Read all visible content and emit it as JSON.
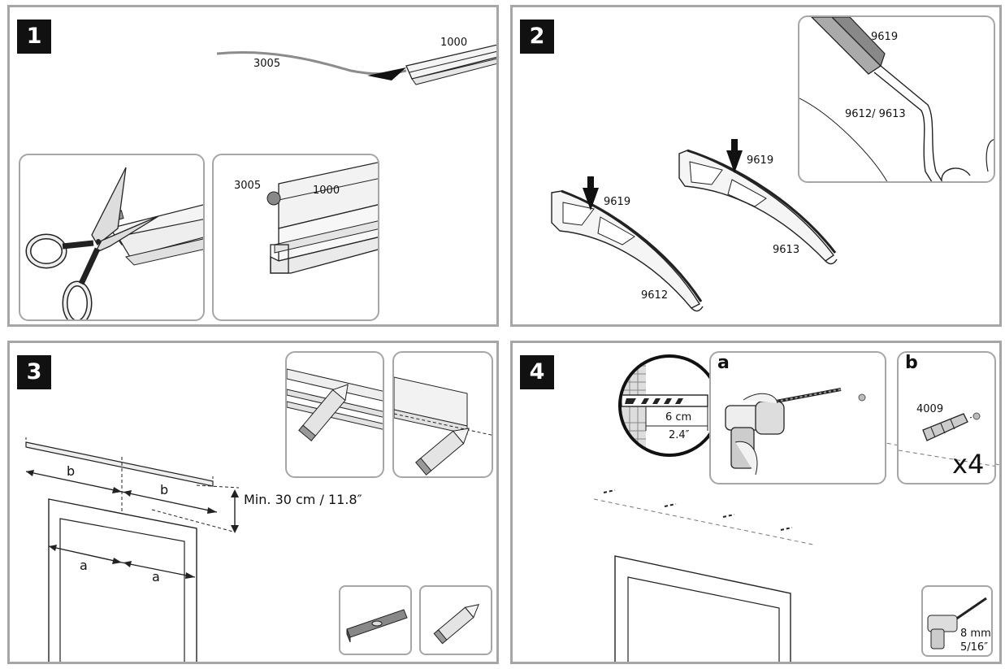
{
  "steps": [
    {
      "number": "1",
      "parts": {
        "wire": "3005",
        "rail": "1000",
        "detail_wire": "3005",
        "detail_rail": "1000"
      }
    },
    {
      "number": "2",
      "parts": {
        "seal_left": "9619",
        "seal_right": "9619",
        "bracket_left": "9612",
        "bracket_right": "9613",
        "detail_seal": "9619",
        "detail_brackets": "9612/ 9613"
      }
    },
    {
      "number": "3",
      "labels": {
        "b_left": "b",
        "b_right": "b",
        "a_left": "a",
        "a_right": "a",
        "min_height": "Min. 30 cm / 11.8″"
      }
    },
    {
      "number": "4",
      "labels": {
        "inset_a": "a",
        "inset_b": "b",
        "depth_cm": "6 cm",
        "depth_in": "2.4″",
        "dowel": "4009",
        "quantity": "x4",
        "bit_mm": "8 mm",
        "bit_in": "5/16″"
      }
    }
  ]
}
